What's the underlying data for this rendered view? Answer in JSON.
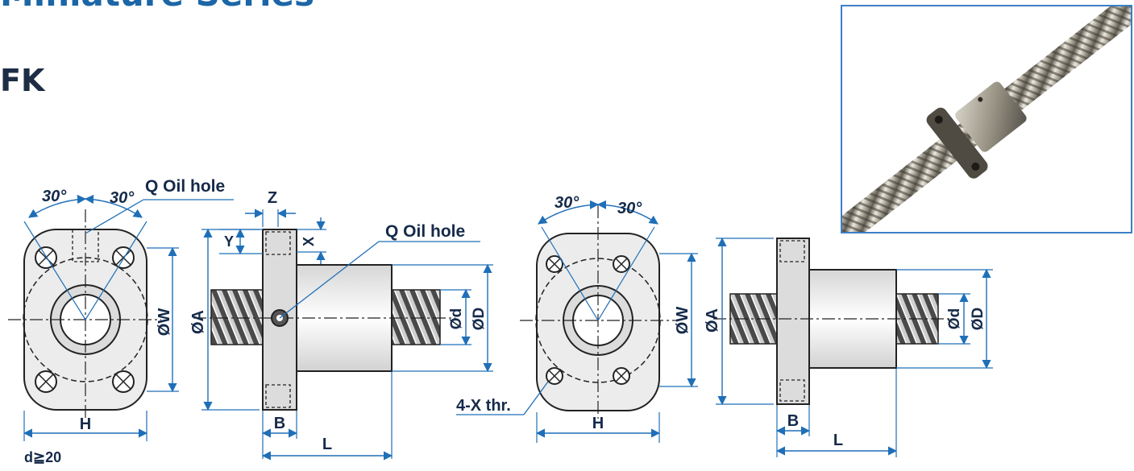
{
  "header": {
    "series_title": "Miniature Series",
    "model": "FK"
  },
  "labels": {
    "angle": "30°",
    "oil_hole": "Q Oil hole",
    "z": "Z",
    "y": "Y",
    "x": "X",
    "phi_a": "ØA",
    "phi_w": "ØW",
    "phi_d_small": "Ød",
    "phi_d_large": "ØD",
    "h": "H",
    "b": "B",
    "l": "L",
    "x_thread": "4-X thr.",
    "condition": "d≧20"
  },
  "colors": {
    "title_blue": "#1b66a6",
    "model_dark": "#1c2d45",
    "dimension_blue": "#1f6fb8",
    "label_dark": "#152a4a",
    "photo_border": "#3c7fc5"
  }
}
